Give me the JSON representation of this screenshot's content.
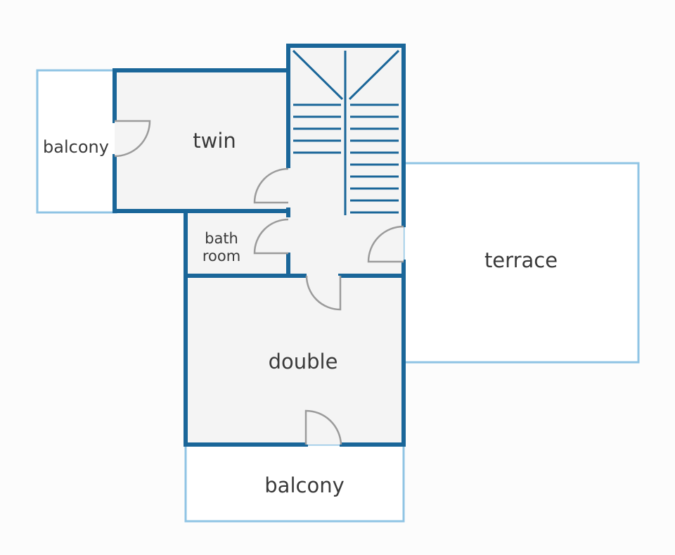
{
  "floor_plan": {
    "colors": {
      "wall": "#1a6699",
      "outdoor_outline": "#8fc4e4",
      "room_fill": "#f4f4f4",
      "door": "#9b9b9b",
      "text": "#3a3a3a",
      "background": "#fcfcfc"
    },
    "rooms": {
      "twin": "twin",
      "bathroom_line1": "bath",
      "bathroom_line2": "room",
      "double": "double",
      "terrace": "terrace",
      "balcony_left": "balcony",
      "balcony_bottom": "balcony"
    }
  }
}
